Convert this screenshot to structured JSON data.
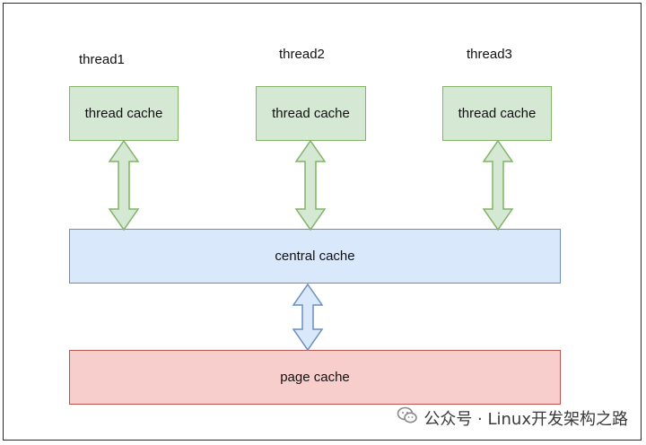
{
  "threads": [
    {
      "label": "thread1",
      "cache_label": "thread cache"
    },
    {
      "label": "thread2",
      "cache_label": "thread cache"
    },
    {
      "label": "thread3",
      "cache_label": "thread cache"
    }
  ],
  "central": {
    "label": "central cache"
  },
  "page": {
    "label": "page cache"
  },
  "watermark": {
    "text": "公众号 · Linux开发架构之路",
    "icon": "wechat-icon"
  },
  "colors": {
    "green_fill": "#d5e8d4",
    "green_stroke": "#82b366",
    "blue_fill": "#dae8fc",
    "blue_stroke": "#6c8ebf",
    "red_fill": "#f8cecc",
    "red_stroke": "#b85450"
  }
}
